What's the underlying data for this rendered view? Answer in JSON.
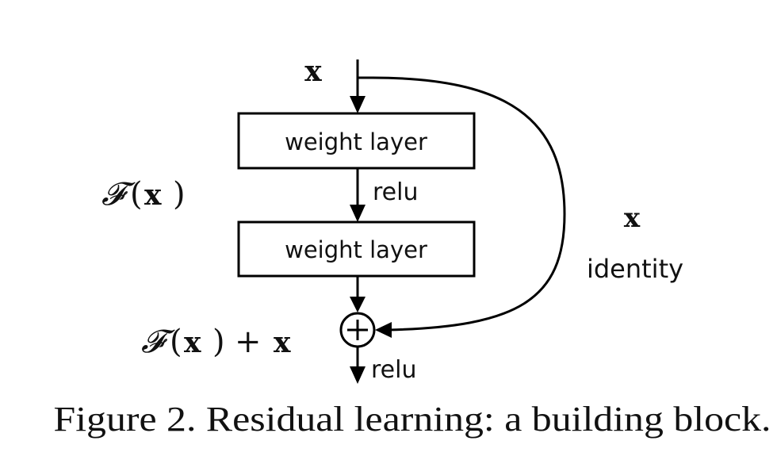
{
  "diagram": {
    "input_label": "x",
    "blocks": [
      {
        "label": "weight layer"
      },
      {
        "label": "weight layer"
      }
    ],
    "activation_mid": "relu",
    "activation_out": "relu",
    "residual_label": {
      "F": "𝓕",
      "open": "(",
      "x": "x",
      "close": ")"
    },
    "sum_label": {
      "F": "𝓕",
      "open": "(",
      "x": "x",
      "close": ")",
      "plus": "+",
      "x2": "x"
    },
    "shortcut_label": "x",
    "shortcut_name": "identity",
    "sum_symbol": "+"
  },
  "caption": "Figure 2. Residual learning: a building block.",
  "colors": {
    "stroke": "#000000",
    "text": "#111111",
    "background": "#ffffff"
  }
}
